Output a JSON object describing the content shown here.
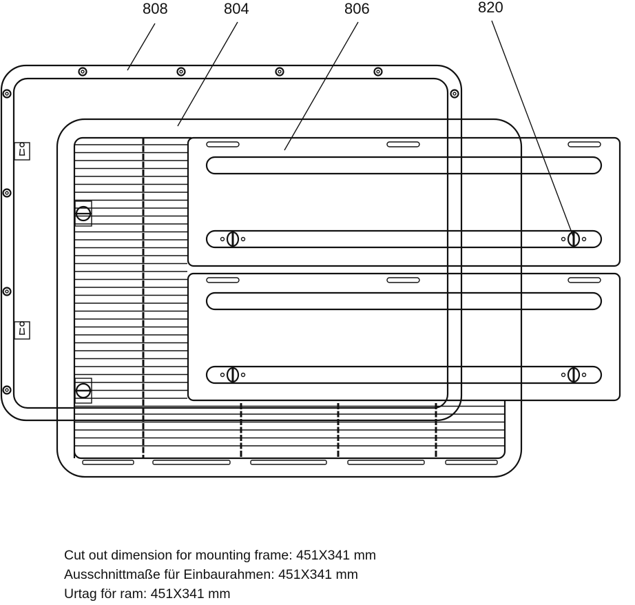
{
  "labels": {
    "frame": "808",
    "grille": "804",
    "cover": "806",
    "fastener": "820"
  },
  "caption": [
    "Cut out dimension for mounting frame: 451X341 mm",
    "Ausschnittmaße für Einbaurahmen: 451X341 mm",
    "Urtag för ram: 451X341 mm"
  ]
}
